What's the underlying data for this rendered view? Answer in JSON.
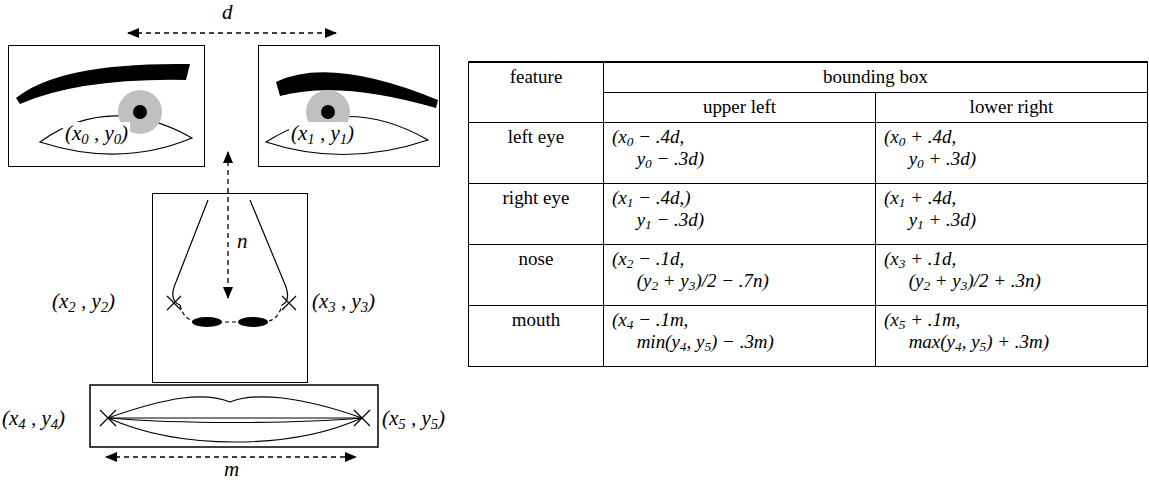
{
  "diagram": {
    "nodes": [
      {
        "text": [
          "(x0 , y0)"
        ]
      },
      {
        "text": [
          "(x1 , y1)"
        ]
      },
      {
        "text": [
          "n"
        ]
      }
    ],
    "labels": [
      "d",
      "m",
      "(x2 , y2)",
      "(x3 , y3)",
      "(x4 , y4)",
      "(x5 , y5)",
      "feature",
      "bounding box",
      "upper left",
      "lower right",
      "left eye",
      "(x0 − .4d, y0 − .3d)",
      "(x0 + .4d, y0 + .3d)",
      "right eye",
      "(x1 − .4d,) y1 − .3d)",
      "(x1 + .4d, y1 + .3d)",
      "nose",
      "(x2 − .1d, (y2 + y3)/2 − .7n)",
      "(x3 + .1d, (y2 + y3)/2 + .3n)",
      "mouth",
      "(x4 − .1m, min(y4, y5) − .3m)",
      "(x5 + .1m, max(y4, y5) + .3m)"
    ]
  }
}
